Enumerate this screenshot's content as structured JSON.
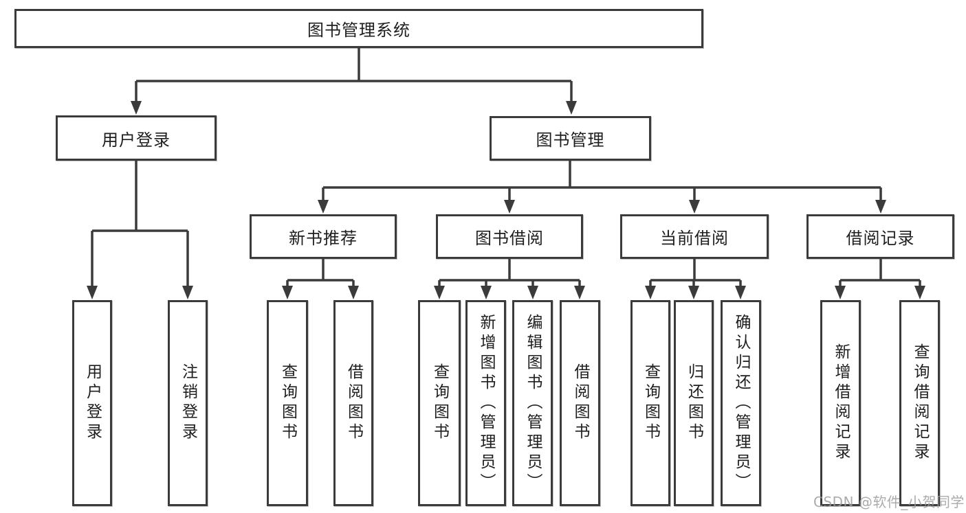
{
  "diagram_title": "图书管理系统",
  "colors": {
    "line": "#3b3b3b",
    "box_border": "#3b3b3b",
    "text": "#1e1e1e",
    "watermark": "#9d9d9d",
    "background": "#ffffff"
  },
  "nodes": {
    "root": "图书管理系统",
    "user_login": "用户登录",
    "book_management": "图书管理",
    "new_book_recommend": "新书推荐",
    "book_borrow": "图书借阅",
    "current_borrow": "当前借阅",
    "borrow_records": "借阅记录",
    "user_login_leaf": "用户登录",
    "logout_leaf": "注销登录",
    "nbr_query_books": "查询图书",
    "nbr_borrow_books": "借阅图书",
    "bb_query_books": "查询图书",
    "bb_add_books_admin": "新增图书（管理员）",
    "bb_edit_books_admin": "编辑图书（管理员）",
    "bb_borrow_books": "借阅图书",
    "cb_query_books": "查询图书",
    "cb_return_books": "归还图书",
    "cb_confirm_return_admin": "确认归还（管理员）",
    "br_add_record": "新增借阅记录",
    "br_query_record": "查询借阅记录"
  },
  "hierarchy": {
    "root": "图书管理系统",
    "children": [
      {
        "label": "用户登录",
        "children": [
          "用户登录",
          "注销登录"
        ]
      },
      {
        "label": "图书管理",
        "children": [
          {
            "label": "新书推荐",
            "children": [
              "查询图书",
              "借阅图书"
            ]
          },
          {
            "label": "图书借阅",
            "children": [
              "查询图书",
              "新增图书（管理员）",
              "编辑图书（管理员）",
              "借阅图书"
            ]
          },
          {
            "label": "当前借阅",
            "children": [
              "查询图书",
              "归还图书",
              "确认归还（管理员）"
            ]
          },
          {
            "label": "借阅记录",
            "children": [
              "新增借阅记录",
              "查询借阅记录"
            ]
          }
        ]
      }
    ]
  },
  "watermark": {
    "text": "CSDN @软件_小贺同学"
  }
}
